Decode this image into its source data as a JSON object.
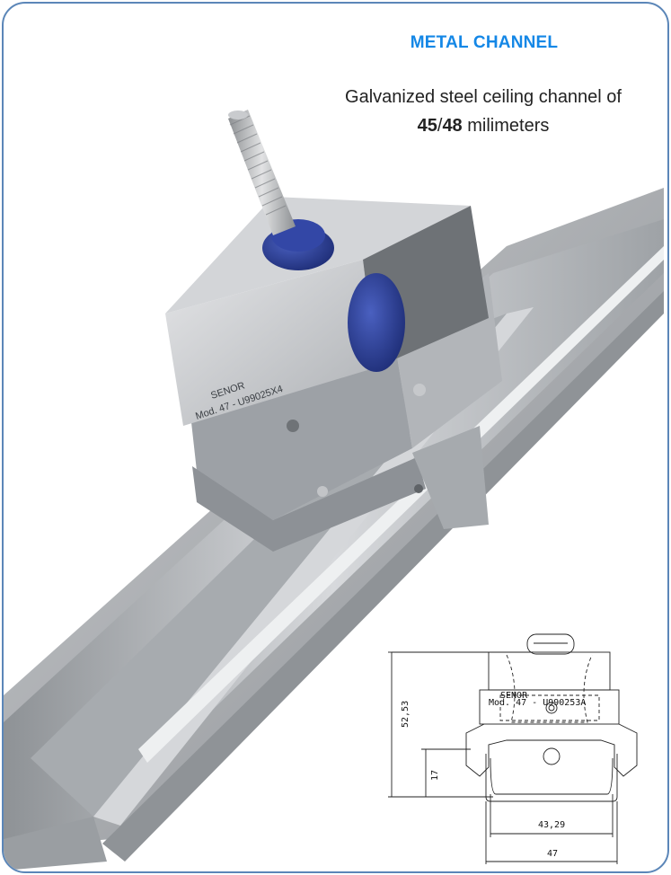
{
  "header": {
    "title": "METAL CHANNEL",
    "line1": "Galvanized steel ceiling channel of",
    "size_a": "45",
    "separator": "/",
    "size_b": "48",
    "unit": " milimeters"
  },
  "product": {
    "stamp_brand": "SENOR",
    "stamp_model": "Mod. 47 - U99025X4"
  },
  "drawing": {
    "dim_height": "52,53",
    "dim_lower": "17",
    "dim_inner_width": "43,29",
    "dim_outer_width": "47",
    "stamp_brand": "SENOR",
    "stamp_model": "Mod. 47 - U990253A"
  },
  "colors": {
    "title": "#1487e6",
    "border": "#5b86b8",
    "steel": "#b9bcc0",
    "rubber": "#283d94"
  }
}
